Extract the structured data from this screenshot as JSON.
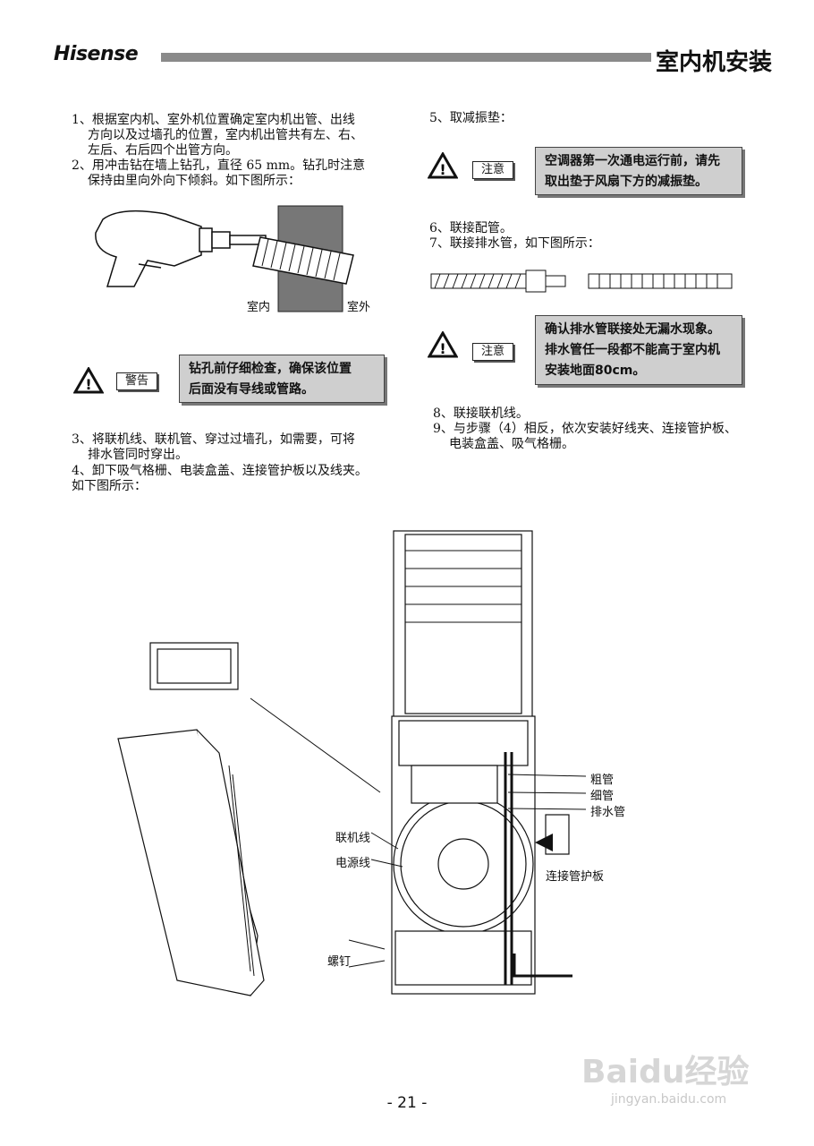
{
  "header": {
    "brand": "Hisense",
    "title": "室内机安装"
  },
  "left": {
    "step1": [
      "1、根据室内机、室外机位置确定室内机出管、出线",
      "方向以及过墙孔的位置，室内机出管共有左、右、",
      "左后、右后四个出管方向。"
    ],
    "step2": [
      "2、用冲击钻在墙上钻孔，直径 65 mm。钻孔时注意",
      "保持由里向外向下倾斜。如下图所示："
    ],
    "drill_labels": {
      "indoor": "室内",
      "outdoor": "室外"
    },
    "warning": {
      "tag": "警告",
      "lines": [
        "钻孔前仔细检查，确保该位置",
        "后面没有导线或管路。"
      ]
    },
    "step3": [
      "3、将联机线、联机管、穿过过墙孔，如需要，可将",
      "排水管同时穿出。"
    ],
    "step4": [
      "4、卸下吸气格栅、电装盒盖、连接管护板以及线夹。",
      "如下图所示："
    ]
  },
  "right": {
    "step5": "5、取减振垫：",
    "note1": {
      "tag": "注意",
      "lines": [
        "空调器第一次通电运行前，请先",
        "取出垫于风扇下方的减振垫。"
      ]
    },
    "step6": "6、联接配管。",
    "step7": "7、联接排水管，如下图所示：",
    "note2": {
      "tag": "注意",
      "lines": [
        "确认排水管联接处无漏水现象。",
        "排水管任一段都不能高于室内机",
        "安装地面80cm。"
      ]
    },
    "step8": "8、联接联机线。",
    "step9": [
      "9、与步骤（4）相反，依次安装好线夹、连接管护板、",
      "电装盒盖、吸气格栅。"
    ]
  },
  "diagram": {
    "thick_pipe": "粗管",
    "thin_pipe": "细管",
    "drain_pipe": "排水管",
    "interconnect_wire": "联机线",
    "power_wire": "电源线",
    "pipe_cover": "连接管护板",
    "screw": "螺钉"
  },
  "footer": {
    "page": "- 21 -",
    "watermark1": "Baidu经验",
    "watermark2": "jingyan.baidu.com"
  }
}
